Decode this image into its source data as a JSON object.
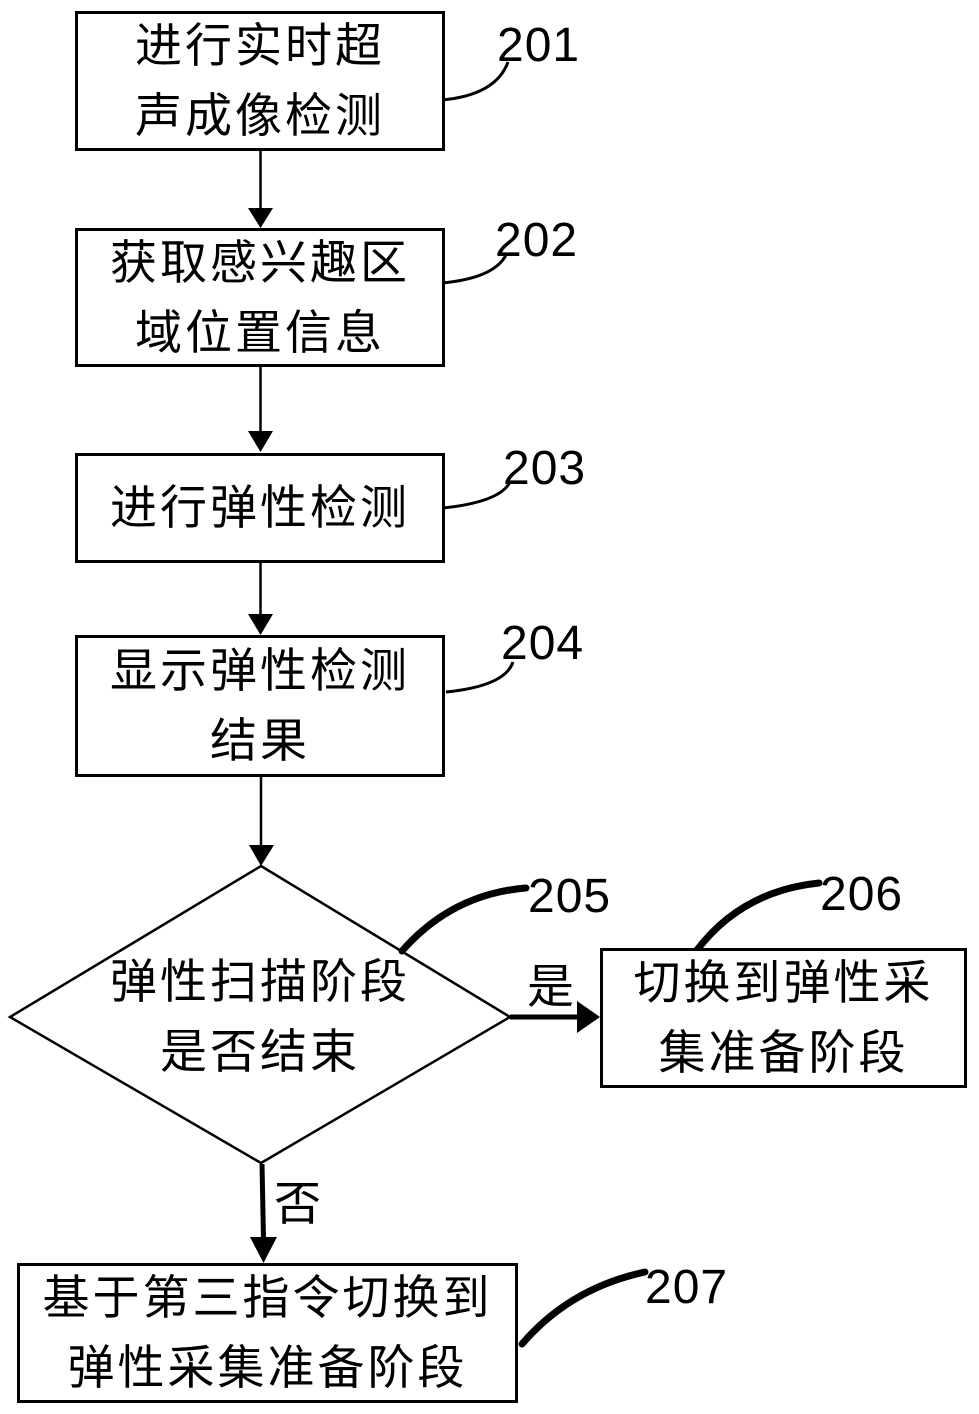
{
  "diagram": {
    "steps": {
      "s201": {
        "ref": "201",
        "text": "进行实时超\n声成像检测"
      },
      "s202": {
        "ref": "202",
        "text": "获取感兴趣区\n域位置信息"
      },
      "s203": {
        "ref": "203",
        "text": "进行弹性检测"
      },
      "s204": {
        "ref": "204",
        "text": "显示弹性检测\n结果"
      },
      "s205": {
        "ref": "205",
        "text": "弹性扫描阶段\n是否结束"
      },
      "s206": {
        "ref": "206",
        "text": "切换到弹性采\n集准备阶段"
      },
      "s207": {
        "ref": "207",
        "text": "基于第三指令切换到\n弹性采集准备阶段"
      }
    },
    "branches": {
      "yes": "是",
      "no": "否"
    },
    "colors": {
      "line": "#000000",
      "background": "#ffffff",
      "text": "#000000"
    }
  }
}
